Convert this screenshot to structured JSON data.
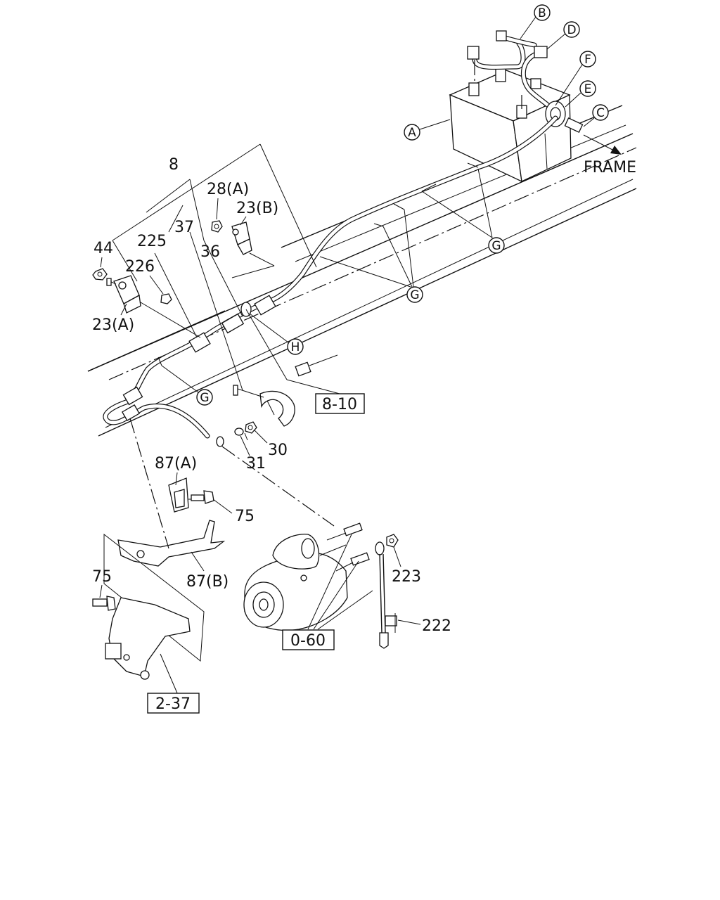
{
  "diagram": {
    "direction_label": "FRAME",
    "circle_callouts": {
      "A": "A",
      "B": "B",
      "C": "C",
      "D": "D",
      "E": "E",
      "F": "F",
      "G_top": "G",
      "G_mid": "G",
      "G_left": "G",
      "H": "H"
    },
    "part_numbers": {
      "p8": "8",
      "p28a": "28(A)",
      "p23b": "23(B)",
      "p37": "37",
      "p225": "225",
      "p36": "36",
      "p44": "44",
      "p226": "226",
      "p23a": "23(A)",
      "p30": "30",
      "p31": "31",
      "p87a": "87(A)",
      "p75_top": "75",
      "p75_bottom": "75",
      "p87b": "87(B)",
      "p223": "223",
      "p222": "222"
    },
    "reference_boxes": {
      "r810": "8-10",
      "r060": "0-60",
      "r237": "2-37"
    }
  }
}
